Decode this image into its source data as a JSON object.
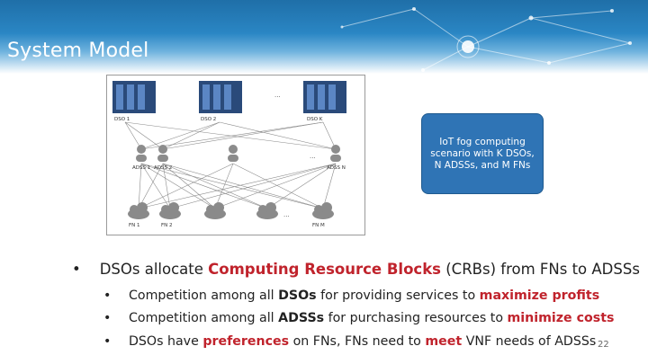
{
  "header": {
    "title": "System Model"
  },
  "figure": {
    "dso_labels": [
      "DSO 1",
      "DSO 2",
      "DSO K"
    ],
    "adss_labels": [
      "ADSS 1",
      "ADSS 2",
      "ADSS N"
    ],
    "fn_labels": [
      "FN 1",
      "FN 2",
      "FN M"
    ],
    "ellipsis": "..."
  },
  "callout": {
    "text": "IoT fog computing scenario with K DSOs, N ADSSs, and M FNs"
  },
  "bullets": {
    "main": {
      "marker": "•",
      "p1": "DSOs allocate ",
      "h1": "Computing Resource Blocks",
      "p2": " (CRBs) from FNs to ADSSs"
    },
    "sub1": {
      "marker": "•",
      "p1": "Competition among all ",
      "h1": "DSOs",
      "p2": " for providing services to ",
      "h2": "maximize profits"
    },
    "sub2": {
      "marker": "•",
      "p1": "Competition among all ",
      "h1": "ADSSs",
      "p2": " for purchasing resources to ",
      "h2": "minimize costs"
    },
    "sub3": {
      "marker": "•",
      "p1": "DSOs have ",
      "h1": "preferences",
      "p2": " on FNs, FNs need to ",
      "h2": "meet",
      "p3": " VNF needs of ADSSs"
    }
  },
  "slide_number": "22",
  "colors": {
    "accent_blue": "#2f74b5",
    "highlight_red": "#c0232c"
  }
}
